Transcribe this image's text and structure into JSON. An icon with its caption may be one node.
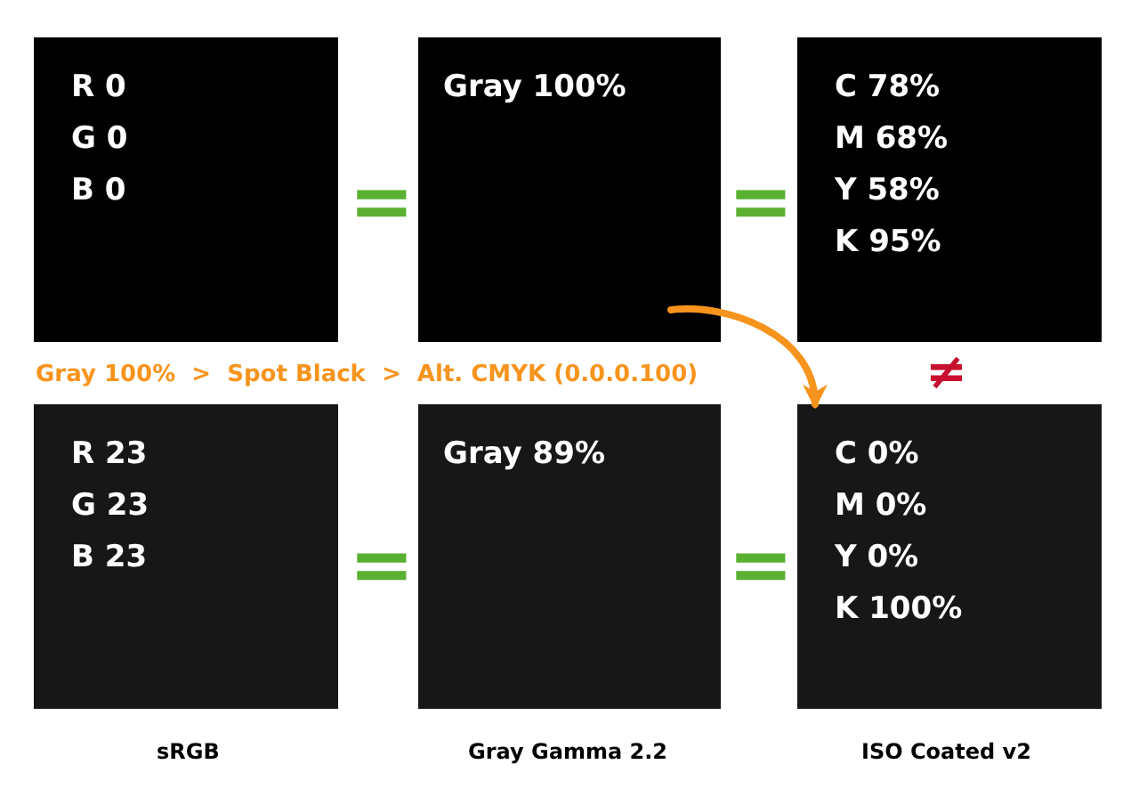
{
  "diagram": {
    "nodes": [
      {
        "text": [
          "R 0",
          "G 0",
          "B 0"
        ]
      },
      {
        "text": [
          "Gray 100%"
        ]
      },
      {
        "text": [
          "C 78%",
          "M 68%",
          "Y 58%",
          "K 95%"
        ]
      },
      {
        "text": [
          "R 23",
          "G 23",
          "B 23"
        ]
      },
      {
        "text": [
          "Gray 89%"
        ]
      },
      {
        "text": [
          "C 0%",
          "M 0%",
          "Y 0%",
          "K 100%"
        ]
      }
    ],
    "edges": [
      {
        "from": 1,
        "to": 5,
        "arrow": "to",
        "color": "#f7941d"
      }
    ],
    "labels": [
      "=",
      "=",
      "Gray 100%  >  Spot Black  >  Alt. CMYK (0.0.0.100)",
      "≠",
      "=",
      "=",
      "sRGB",
      "Gray Gamma 2.2",
      "ISO Coated v2"
    ]
  }
}
